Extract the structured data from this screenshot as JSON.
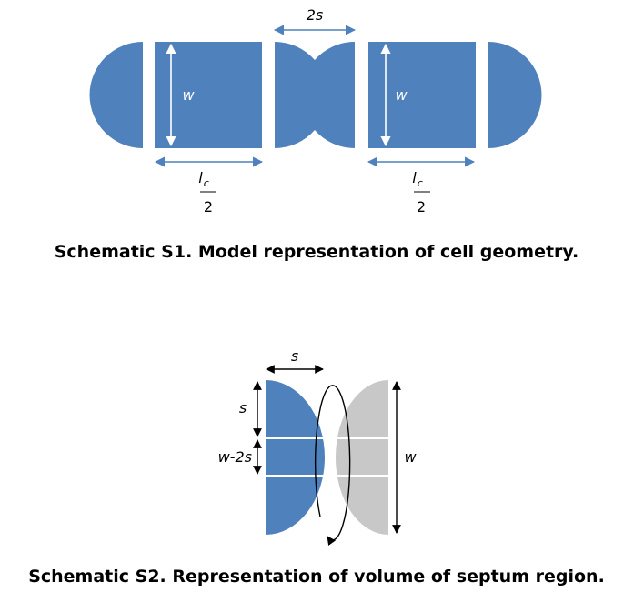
{
  "schematic1": {
    "caption": "Schematic S1. Model representation of cell geometry.",
    "septum_label": "2s",
    "width_label_left": "w",
    "width_label_right": "w",
    "half_length_num_left": "l",
    "half_length_sub_left": "c",
    "half_length_den_left": "2",
    "half_length_num_right": "l",
    "half_length_sub_right": "c",
    "half_length_den_right": "2"
  },
  "schematic2": {
    "caption": "Schematic S2. Representation of volume of septum region.",
    "s_top_label": "s",
    "s_side_label": "s",
    "middle_label": "w-2s",
    "width_label": "w"
  },
  "colors": {
    "cell_blue": "#4f81bd",
    "rotated_gray": "#c8c8c8",
    "arrow": "#4f81bd"
  }
}
